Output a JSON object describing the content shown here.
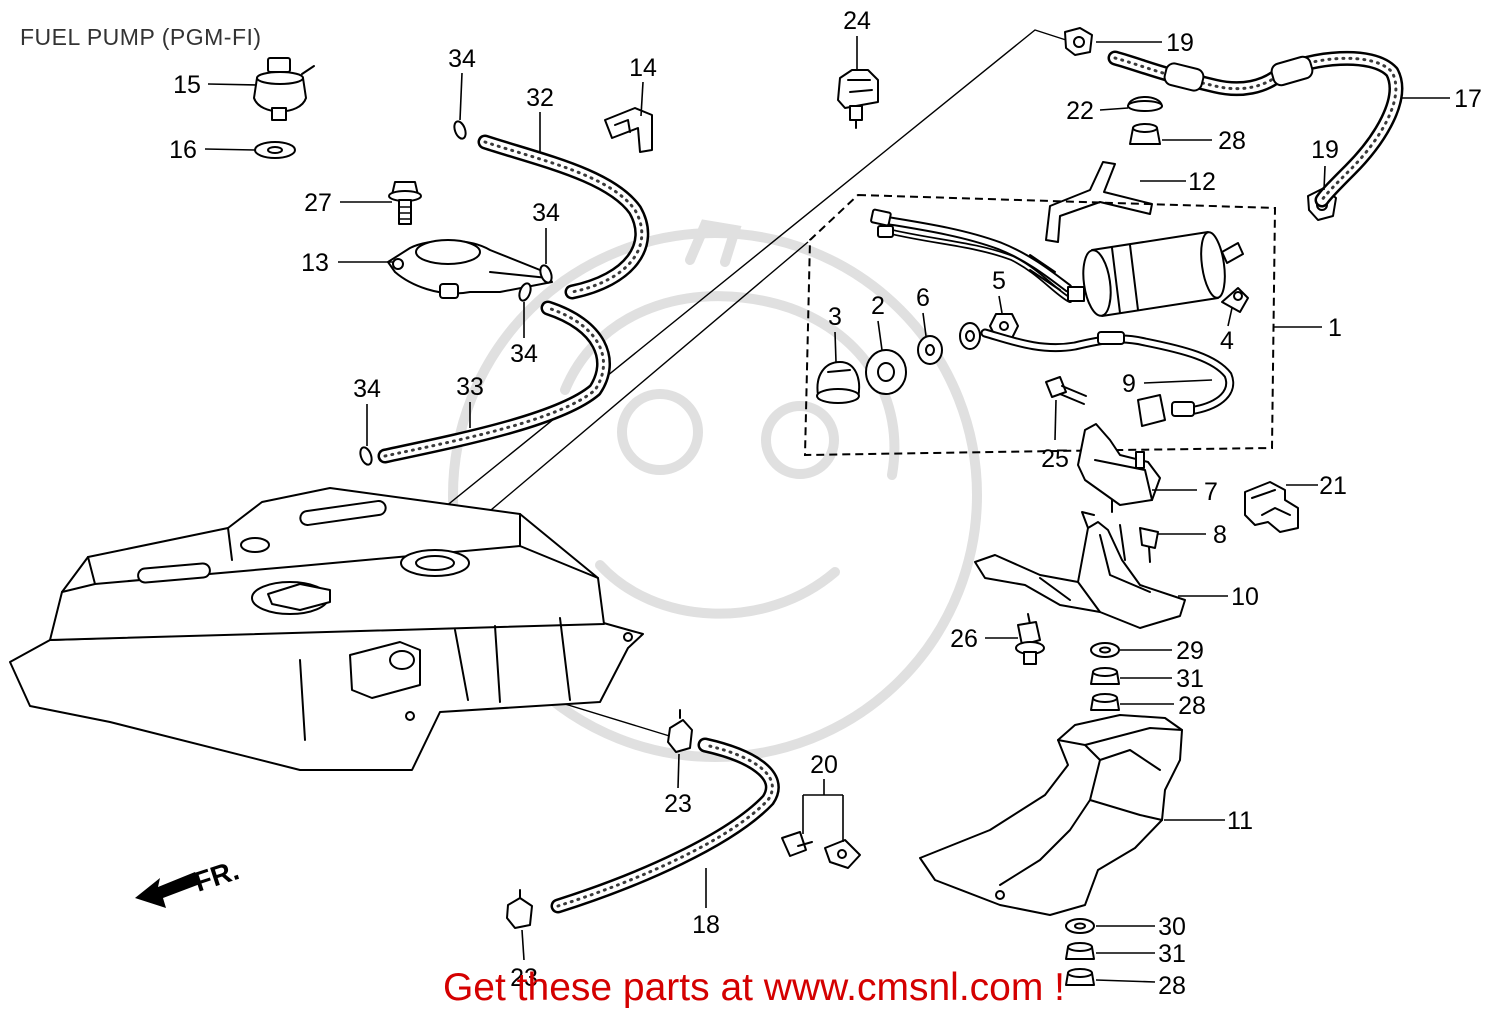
{
  "title": "FUEL PUMP (PGM-FI)",
  "front_marker": "FR.",
  "footer": "Get these parts at www.cmsnl.com !",
  "colors": {
    "line": "#000000",
    "footer": "#d40000",
    "watermark": "#e0e0e0",
    "title": "#333333"
  },
  "callouts": [
    "24",
    "19",
    "34",
    "14",
    "15",
    "32",
    "17",
    "22",
    "28",
    "16",
    "19",
    "12",
    "27",
    "34",
    "13",
    "5",
    "6",
    "2",
    "3",
    "1",
    "4",
    "34",
    "9",
    "34",
    "33",
    "25",
    "21",
    "7",
    "8",
    "10",
    "26",
    "29",
    "31",
    "28",
    "20",
    "23",
    "11",
    "18",
    "30",
    "31",
    "23",
    "28"
  ]
}
